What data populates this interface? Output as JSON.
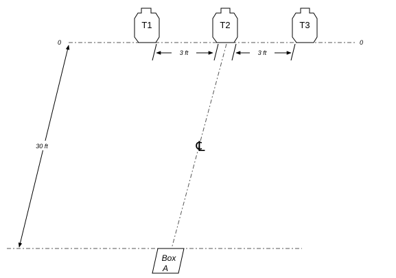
{
  "diagram": {
    "line_top_left_label": "0",
    "line_top_right_label": "0",
    "distance_label": "30 ft",
    "spacing_left_label": "3 ft",
    "spacing_right_label": "3 ft",
    "centerline_symbol": "℄",
    "targets": [
      {
        "label": "T1"
      },
      {
        "label": "T2"
      },
      {
        "label": "T3"
      }
    ],
    "box": {
      "line1": "Box",
      "line2": "A"
    }
  }
}
